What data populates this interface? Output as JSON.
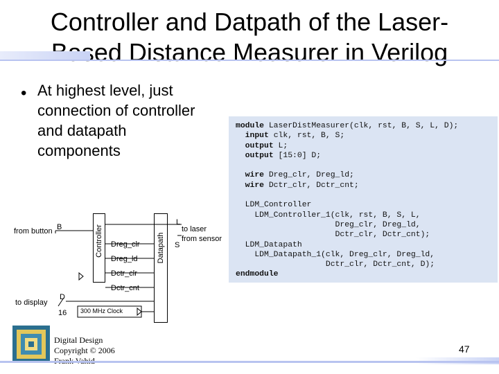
{
  "slide": {
    "title_line1": "Controller and Datpath of the Laser-",
    "title_line2": "Based Distance Measurer in Verilog",
    "bullet_lines": [
      "At highest level, just",
      "connection of controller",
      "and datapath",
      "components"
    ],
    "page_number": "47",
    "copyright_lines": [
      "Digital Design",
      "Copyright © 2006",
      "Frank Vahid"
    ]
  },
  "code": {
    "lines": [
      {
        "kw": "module",
        "rest": " LaserDistMeasurer(clk, rst, B, S, L, D);"
      },
      {
        "kw": "  input",
        "rest": " clk, rst, B, S;"
      },
      {
        "kw": "  output",
        "rest": " L;"
      },
      {
        "kw": "  output",
        "rest": " [15:0] D;"
      },
      {
        "kw": "",
        "rest": ""
      },
      {
        "kw": "  wire",
        "rest": " Dreg_clr, Dreg_ld;"
      },
      {
        "kw": "  wire",
        "rest": " Dctr_clr, Dctr_cnt;"
      },
      {
        "kw": "",
        "rest": ""
      },
      {
        "kw": "",
        "rest": "  LDM_Controller"
      },
      {
        "kw": "",
        "rest": "    LDM_Controller_1(clk, rst, B, S, L,"
      },
      {
        "kw": "",
        "rest": "                     Dreg_clr, Dreg_ld,"
      },
      {
        "kw": "",
        "rest": "                     Dctr_clr, Dctr_cnt);"
      },
      {
        "kw": "",
        "rest": "  LDM_Datapath"
      },
      {
        "kw": "",
        "rest": "    LDM_Datapath_1(clk, Dreg_clr, Dreg_ld,"
      },
      {
        "kw": "",
        "rest": "                   Dctr_clr, Dctr_cnt, D);"
      },
      {
        "kw": "endmodule",
        "rest": ""
      }
    ]
  },
  "diagram": {
    "from_button": "from button",
    "b_label": "B",
    "controller_label": "Controller",
    "datapath_label": "Datapath",
    "signal_dreg_clr": "Dreg_clr",
    "signal_dreg_ld": "Dreg_ld",
    "signal_dctr_clr": "Dctr_clr",
    "signal_dctr_cnt": "Dctr_cnt",
    "l_label": "L",
    "to_laser": "to laser",
    "from_sensor": "from sensor",
    "s_label": "S",
    "to_display": "to display",
    "d_label": "D",
    "bus_width": "16",
    "clock_label": "300 MHz Clock"
  },
  "colors": {
    "code_bg": "#dbe4f3",
    "accent_bar": "#b8c3f0"
  }
}
